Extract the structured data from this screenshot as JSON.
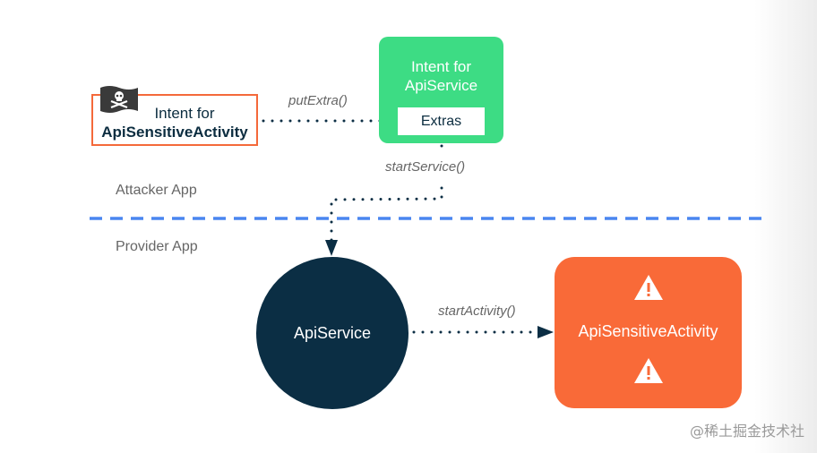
{
  "diagram": {
    "attacker_intent": {
      "line1": "Intent for",
      "line2": "ApiSensitiveActivity",
      "icon": "pirate-flag-icon"
    },
    "intent_for_service": {
      "title_line1": "Intent for",
      "title_line2": "ApiService",
      "extras_label": "Extras"
    },
    "edges": {
      "put_extra": "putExtra()",
      "start_service": "startService()",
      "start_activity": "startActivity()"
    },
    "zones": {
      "attacker": "Attacker App",
      "provider": "Provider App"
    },
    "api_service": {
      "label": "ApiService"
    },
    "sensitive_activity": {
      "label": "ApiSensitiveActivity",
      "icon": "warning-icon"
    },
    "colors": {
      "attacker_border": "#f4693a",
      "intent_green": "#3ddc84",
      "service_navy": "#0b2e44",
      "activity_orange": "#f96a38",
      "divider_blue": "#4a86f0"
    }
  },
  "watermark": "@稀土掘金技术社"
}
